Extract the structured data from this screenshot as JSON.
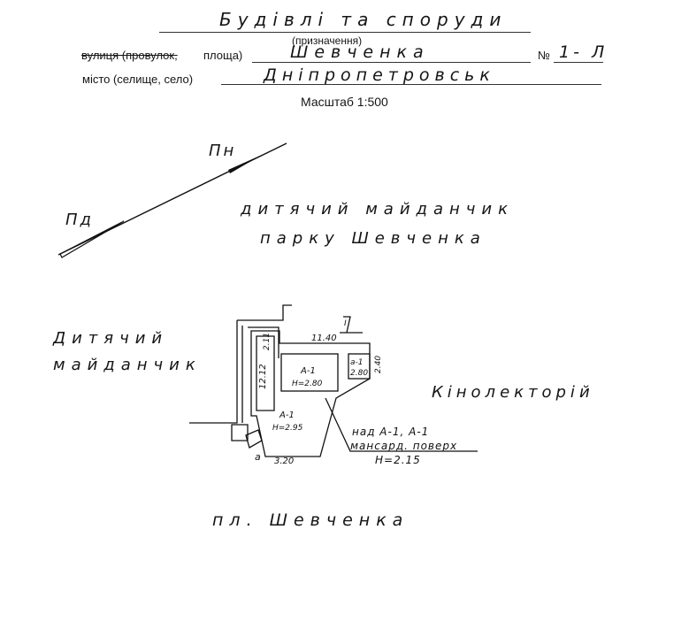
{
  "header": {
    "title_handwritten": "Будівлі та споруди",
    "purpose_label": "(призначення)",
    "street_label_struck": "вулиця (провулок,",
    "street_label_rest": "площа)",
    "street_value": "Шевченка",
    "number_label": "№",
    "number_value": "1- Л",
    "city_label": "місто (селище, село)",
    "city_value": "Дніпропетровськ",
    "scale": "Масштаб 1:500"
  },
  "compass": {
    "north_label": "Пн",
    "south_label": "Пд"
  },
  "labels": {
    "playground_park_line1": "дитячий майданчик",
    "playground_park_line2": "парку Шевченка",
    "playground_left_line1": "Дитячий",
    "playground_left_line2": "майданчик",
    "cinema": "Кінолекторій",
    "square": "пл. Шевченка"
  },
  "plan": {
    "dim_top": "11.40",
    "dim_left_upper": "2.11",
    "dim_left_main": "12.12",
    "dim_right": "2.40",
    "dim_bottom": "3.20",
    "mark_i": "I",
    "mark_a": "a",
    "room_a1_label": "А-1",
    "room_a1_height": "Н=2.80",
    "room_a1b_label": "а-1",
    "room_a1b_height": "2.80",
    "room_a1m_label": "А-1",
    "room_a1m_height": "Н=2.95",
    "note_line1": "над А-1, А-1",
    "note_line2": "мансард. поверх",
    "note_line3": "Н=2.15"
  }
}
